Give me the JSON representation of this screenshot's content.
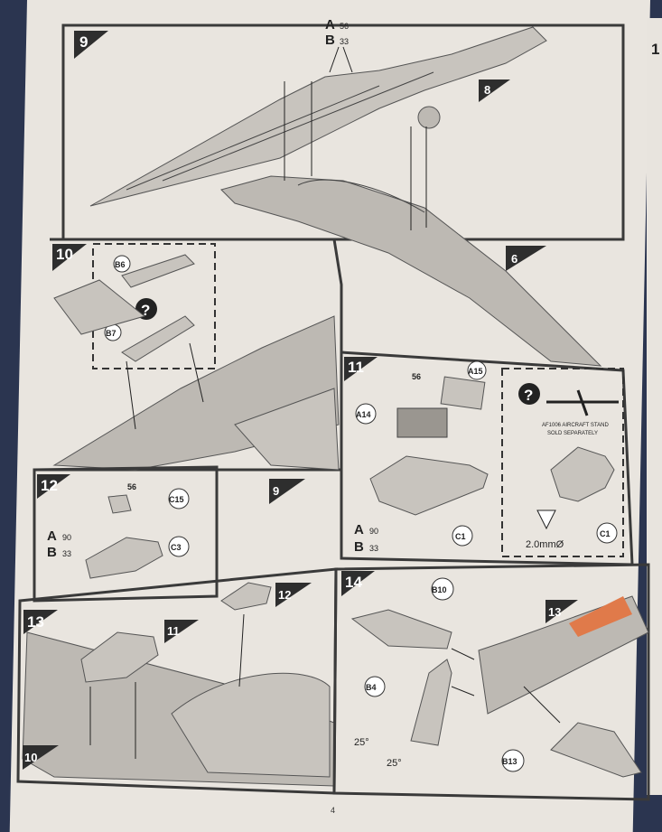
{
  "page_number": "4",
  "steps": {
    "s9": {
      "number": "9",
      "ref": "8",
      "ref2": "6",
      "call_a": "A",
      "call_a_part": "56",
      "call_b": "B",
      "call_b_part": "33"
    },
    "s10": {
      "number": "10",
      "part1": "B6",
      "part2": "B7",
      "option_glyph": "?",
      "ref": "9"
    },
    "s11": {
      "number": "11",
      "p56": "56",
      "pA15": "A15",
      "pA14": "A14",
      "pC1": "C1",
      "call_a": "A",
      "call_a_part": "90",
      "call_b": "B",
      "call_b_part": "33",
      "option_glyph": "?",
      "stand_line1": "AF1006 AIRCRAFT STAND",
      "stand_line2": "SOLD SEPARATELY",
      "drill": "2.0mmØ",
      "pC1b": "C1"
    },
    "s12": {
      "number": "12",
      "p56": "56",
      "pC15": "C15",
      "pC3": "C3",
      "call_a": "A",
      "call_a_part": "90",
      "call_b": "B",
      "call_b_part": "33"
    },
    "s13": {
      "number": "13",
      "ref11": "11",
      "ref12": "12",
      "ref10": "10"
    },
    "s14": {
      "number": "14",
      "pB10": "B10",
      "pB4": "B4",
      "pB13": "B13",
      "ref13": "13",
      "angle1": "25°",
      "angle2": "25°"
    }
  },
  "colors": {
    "paper": "#e9e5df",
    "background": "#2b3550",
    "part_grey": "#c8c4be",
    "frame": "#3a3a3a",
    "highlight": "#e07a4a"
  }
}
